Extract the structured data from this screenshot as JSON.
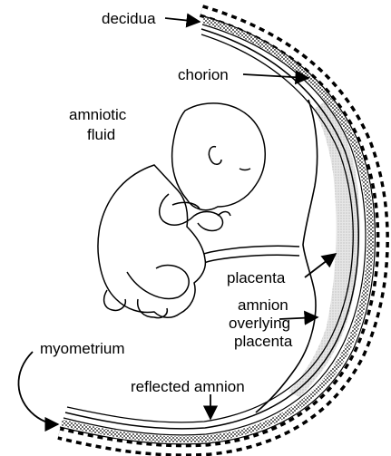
{
  "labels": {
    "decidua": "decidua",
    "chorion": "chorion",
    "amniotic_fluid_line1": "amniotic",
    "amniotic_fluid_line2": "fluid",
    "placenta": "placenta",
    "amnion_overlying_line1": "amnion",
    "amnion_overlying_line2": "overlying",
    "amnion_overlying_line3": "placenta",
    "myometrium": "myometrium",
    "reflected_amnion": "reflected amnion"
  }
}
